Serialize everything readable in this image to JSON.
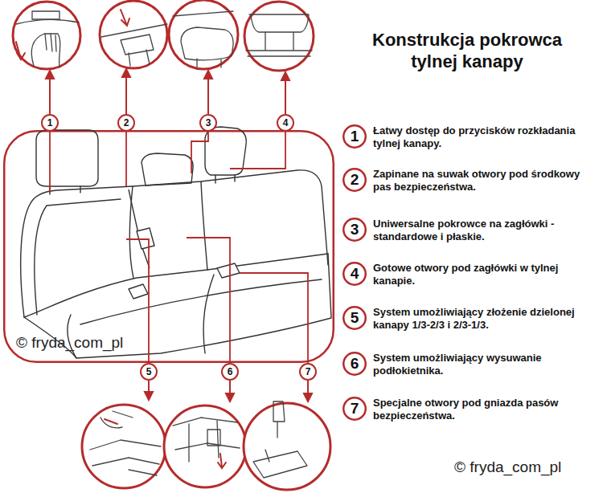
{
  "diagram": {
    "title": "Konstrukcja pokrowca tylnej kanapy",
    "nodes": [
      {
        "text": [
          "1"
        ]
      },
      {
        "text": [
          "2"
        ]
      },
      {
        "text": [
          "3"
        ]
      },
      {
        "text": [
          "4"
        ]
      },
      {
        "text": [
          "© fryda_com_pl"
        ]
      },
      {
        "text": [
          "1",
          "Łatwy dostęp do przycisków rozkładania tylnej kanapy."
        ]
      },
      {
        "text": [
          "2",
          "Zapinane na suwak otwory pod środkowy pas bezpieczeństwa."
        ]
      },
      {
        "text": [
          "3",
          "Uniwersalne pokrowce na zagłówki - standardowe i płaskie."
        ]
      },
      {
        "text": [
          "4",
          "Gotowe otwory pod zagłówki w tylnej kanapie."
        ]
      },
      {
        "text": [
          "5",
          "System umożliwiający złożenie dzielonej kanapy 1/3-2/3 i 2/3-1/3."
        ]
      },
      {
        "text": [
          "6",
          "System umożliwiający wysuwanie podłokietnika."
        ]
      },
      {
        "text": [
          "7",
          "Specjalne otwory pod gniazda pasów bezpieczeństwa."
        ]
      },
      {
        "text": [
          "5"
        ]
      },
      {
        "text": [
          "6"
        ]
      },
      {
        "text": [
          "7"
        ]
      }
    ],
    "labels": [
      "© fryda_com_pl"
    ]
  }
}
